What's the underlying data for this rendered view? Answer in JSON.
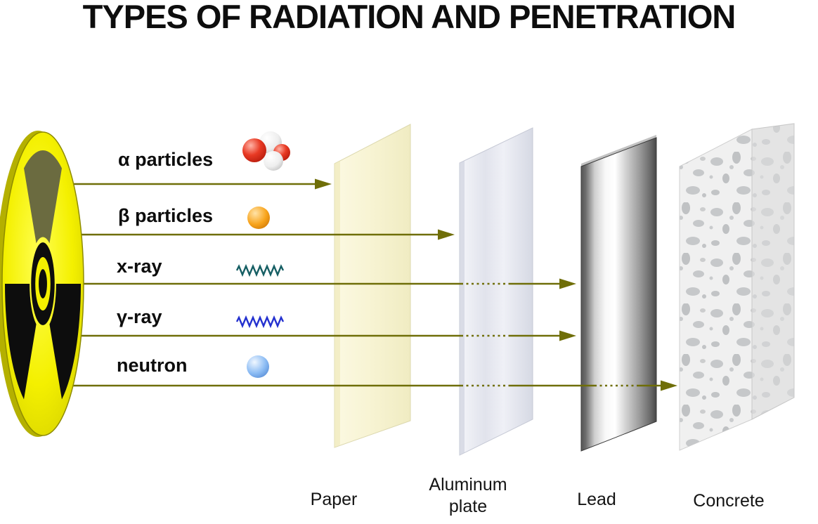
{
  "title": "TYPES OF RADIATION AND PENETRATION",
  "source": {
    "name": "radiation-source",
    "symbol": "radioactive trefoil disc"
  },
  "rows": [
    {
      "label": "α particles",
      "icon": "alpha-particle-icon",
      "stopped_by": "Paper"
    },
    {
      "label": "β particles",
      "icon": "beta-particle-icon",
      "stopped_by": "Aluminum plate"
    },
    {
      "label": "x-ray",
      "icon": "xray-wave-icon",
      "stopped_by": "Lead"
    },
    {
      "label": "γ-ray",
      "icon": "gamma-wave-icon",
      "stopped_by": "Lead"
    },
    {
      "label": "neutron",
      "icon": "neutron-particle-icon",
      "stopped_by": "Concrete"
    }
  ],
  "barriers": [
    {
      "label": "Paper"
    },
    {
      "label": "Aluminum plate"
    },
    {
      "label": "Lead"
    },
    {
      "label": "Concrete"
    }
  ],
  "colors": {
    "arrow": "#6f6e08",
    "source_yellow": "#f2ee00",
    "xray_wave": "#155e63",
    "gamma_wave": "#2330cf",
    "beta_particle": "#f79b18",
    "neutron_particle": "#6aa5e8",
    "alpha_red": "#df2b1d",
    "alpha_white": "#f2f2f2"
  }
}
